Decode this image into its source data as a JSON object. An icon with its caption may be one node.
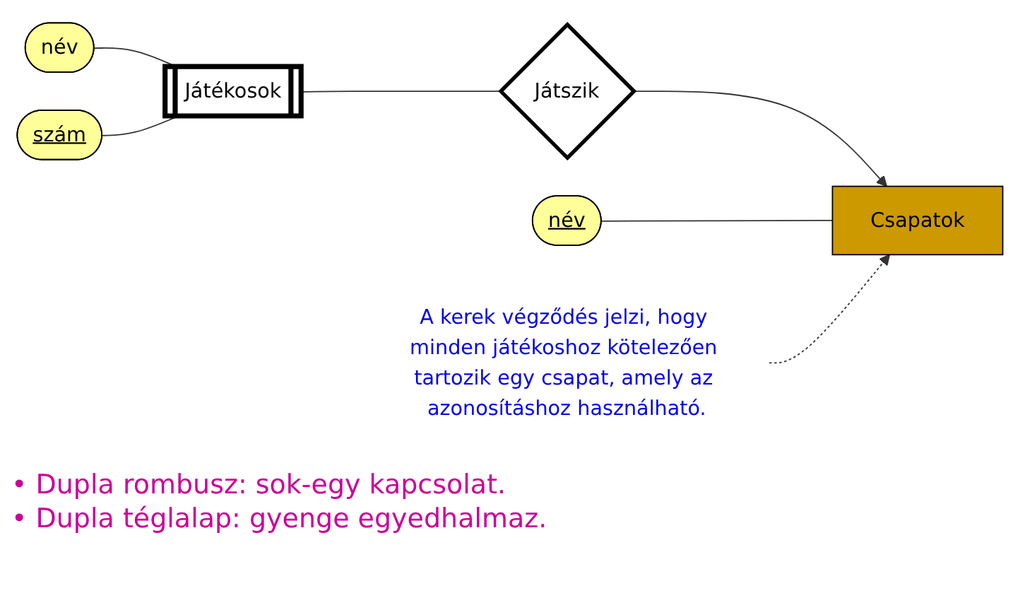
{
  "diagram": {
    "nodes": [
      {
        "text": [
          "név"
        ]
      },
      {
        "text": [
          "szám"
        ]
      },
      {
        "text": [
          "Játékosok"
        ]
      },
      {
        "text": [
          "Játszik"
        ]
      },
      {
        "text": [
          "Csapatok"
        ]
      },
      {
        "text": [
          "név"
        ]
      },
      {
        "text": [
          "A kerek végződés jelzi, hogy minden játékoshoz kötelezően tartozik egy csapat, amely az azonosításhoz használható."
        ]
      }
    ],
    "edges": [
      {
        "from": 0,
        "to": 2,
        "arrow": "none"
      },
      {
        "from": 1,
        "to": 2,
        "arrow": "none"
      },
      {
        "from": 2,
        "to": 3,
        "arrow": "none"
      },
      {
        "from": 3,
        "to": 4,
        "arrow": "to"
      },
      {
        "from": 5,
        "to": 4,
        "arrow": "none"
      },
      {
        "from": 6,
        "to": 4,
        "arrow": "to",
        "style": "dashed"
      }
    ],
    "labels": [
      "• Dupla rombusz: sok-egy kapcsolat.",
      "• Dupla téglalap: gyenge egyedhalmaz."
    ]
  }
}
